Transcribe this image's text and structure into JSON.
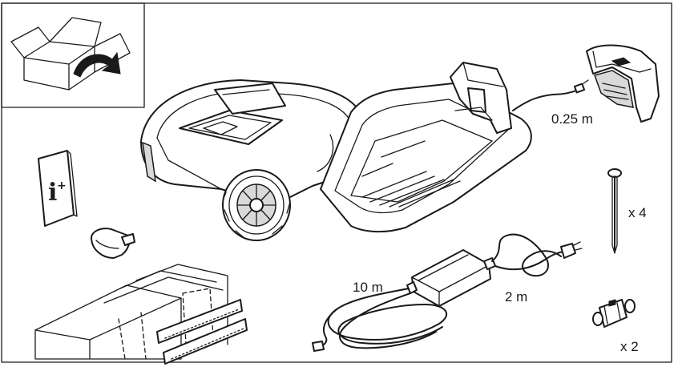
{
  "labels": {
    "cable_short": "0.25 m",
    "pegs_count": "x 4",
    "cable_long": "10 m",
    "cable_mid": "2 m",
    "connectors_count": "x 2"
  },
  "colors": {
    "line": "#1a1a1a",
    "background": "#ffffff",
    "shade": "#d9d9d9"
  },
  "icons": {
    "unbox": "open-box-arrow-icon",
    "manual": "info-booklet-icon"
  }
}
